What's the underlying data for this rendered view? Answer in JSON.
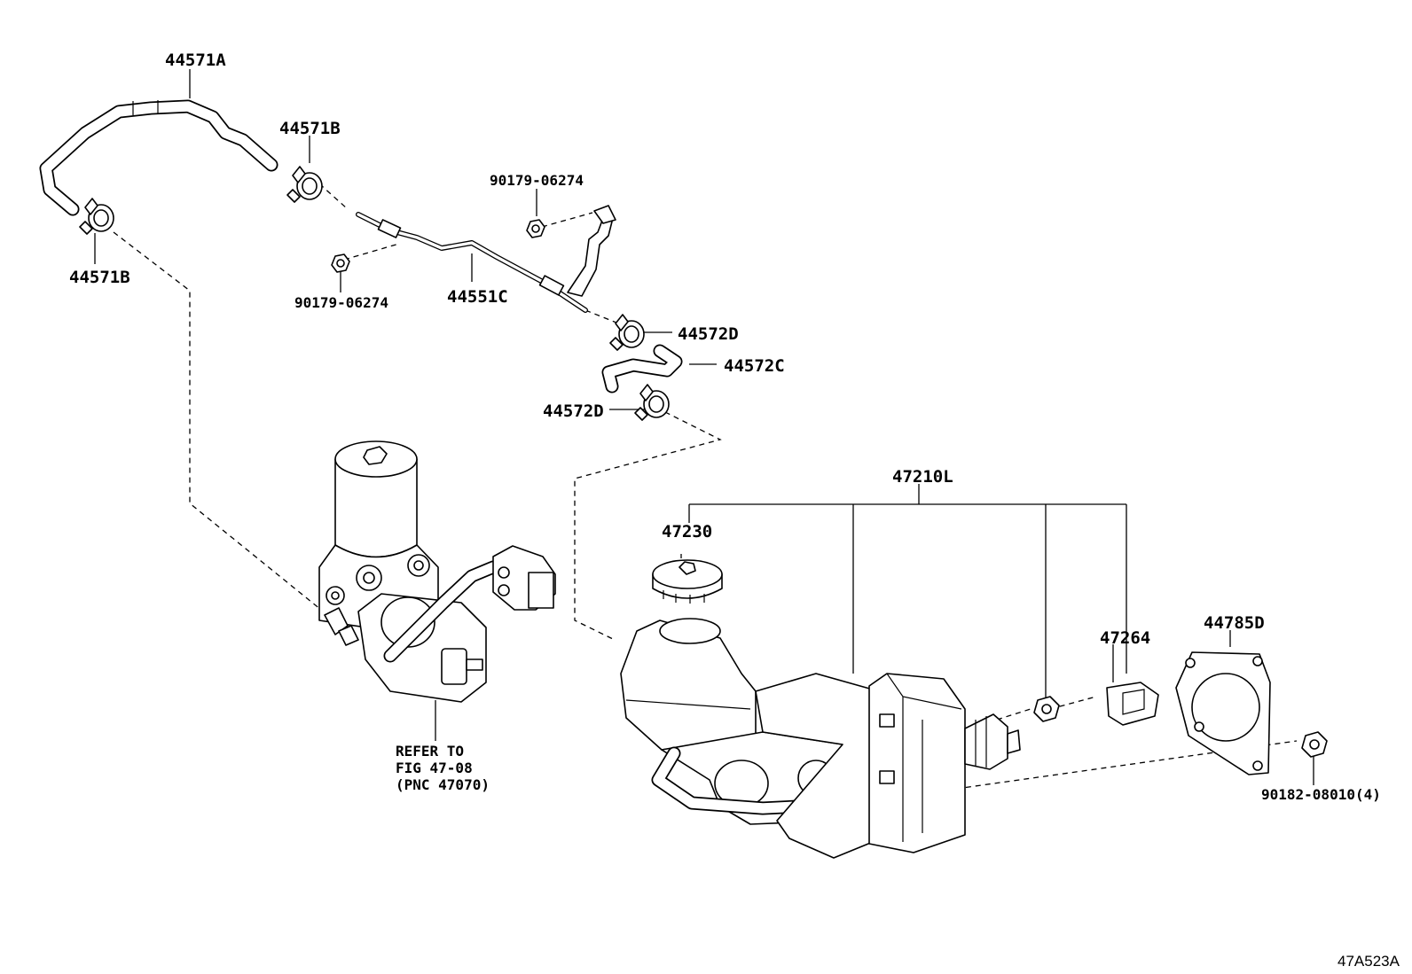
{
  "labels": {
    "l_44571A": "44571A",
    "l_44571B_top": "44571B",
    "l_44571B_left": "44571B",
    "l_90179_top": "90179-06274",
    "l_90179_mid": "90179-06274",
    "l_44551C": "44551C",
    "l_44572D_top": "44572D",
    "l_44572C": "44572C",
    "l_44572D_bot": "44572D",
    "l_47210L": "47210L",
    "l_47230": "47230",
    "l_47264": "47264",
    "l_44785D": "44785D",
    "l_90182": "90182-08010(4)"
  },
  "reference_note": {
    "line1": "REFER TO",
    "line2": "FIG 47-08",
    "line3": "(PNC 47070)"
  },
  "figure_code": "47A523A"
}
